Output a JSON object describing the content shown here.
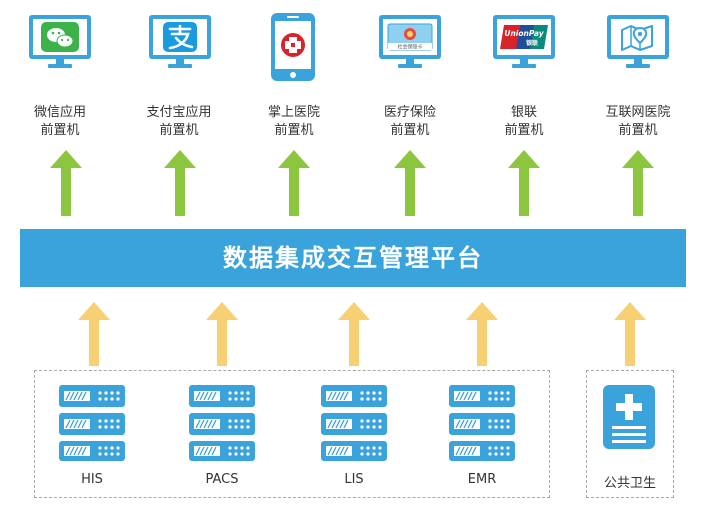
{
  "colors": {
    "blue": "#3aa3dc",
    "green_arrow": "#8cc63f",
    "yellow_arrow": "#f7d074",
    "wechat_green": "#3bb34a",
    "alipay_blue": "#1a9be0",
    "unionpay_red": "#d7242b"
  },
  "front_ends": [
    {
      "line1": "微信应用",
      "line2": "前置机",
      "icon": "wechat-icon"
    },
    {
      "line1": "支付宝应用",
      "line2": "前置机",
      "icon": "alipay-icon"
    },
    {
      "line1": "掌上医院",
      "line2": "前置机",
      "icon": "mobile-hospital-icon"
    },
    {
      "line1": "医疗保险",
      "line2": "前置机",
      "icon": "medical-insurance-card-icon"
    },
    {
      "line1": "银联",
      "line2": "前置机",
      "icon": "unionpay-icon"
    },
    {
      "line1": "互联网医院",
      "line2": "前置机",
      "icon": "map-location-icon"
    }
  ],
  "platform": {
    "title": "数据集成交互管理平台"
  },
  "systems": [
    {
      "label": "HIS",
      "icon": "server-icon"
    },
    {
      "label": "PACS",
      "icon": "server-icon"
    },
    {
      "label": "LIS",
      "icon": "server-icon"
    },
    {
      "label": "EMR",
      "icon": "server-icon"
    }
  ],
  "public_health": {
    "label": "公共卫生",
    "icon": "health-document-icon"
  },
  "icon_text": {
    "insurance_card": "社会保障卡",
    "unionpay_brand": "UnionPay",
    "unionpay_cn": "银联"
  }
}
